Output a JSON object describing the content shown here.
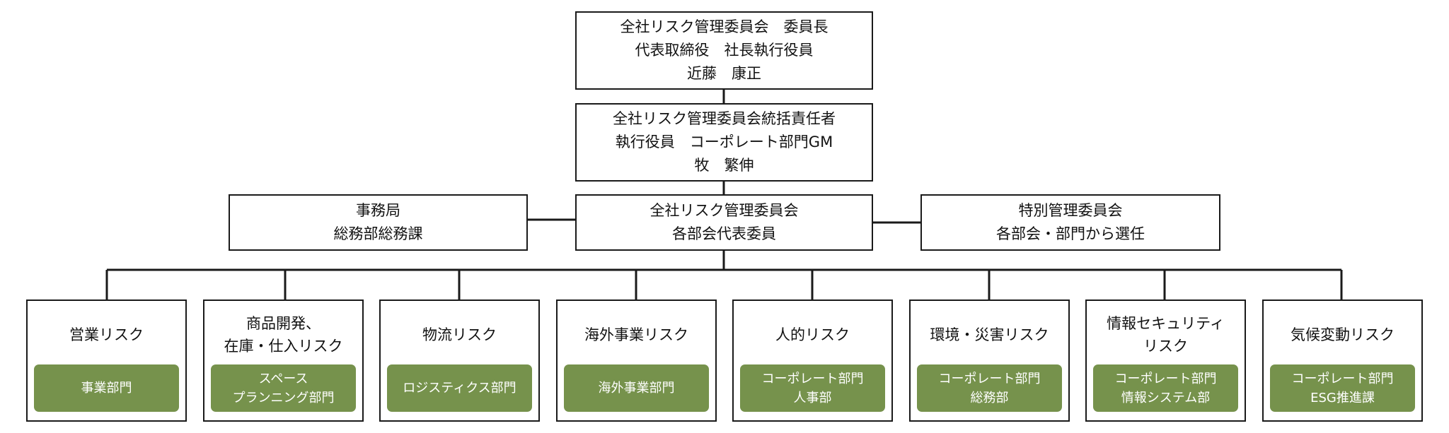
{
  "top": [
    "全社リスク管理委員会　委員長",
    "代表取締役　社長執行役員",
    "近藤　康正"
  ],
  "manager": [
    "全社リスク管理委員会統括責任者",
    "執行役員　コーポレート部門GM",
    "牧　繁伸"
  ],
  "committee": [
    "全社リスク管理委員会",
    "各部会代表委員"
  ],
  "secretariat": [
    "事務局",
    "総務部総務課"
  ],
  "special": [
    "特別管理委員会",
    "各部会・部門から選任"
  ],
  "risks": [
    {
      "title": [
        "営業リスク"
      ],
      "dept": [
        "事業部門"
      ]
    },
    {
      "title": [
        "商品開発、",
        "在庫・仕入リスク"
      ],
      "dept": [
        "スペース",
        "プランニング部門"
      ]
    },
    {
      "title": [
        "物流リスク"
      ],
      "dept": [
        "ロジスティクス部門"
      ]
    },
    {
      "title": [
        "海外事業リスク"
      ],
      "dept": [
        "海外事業部門"
      ]
    },
    {
      "title": [
        "人的リスク"
      ],
      "dept": [
        "コーポレート部門",
        "人事部"
      ]
    },
    {
      "title": [
        "環境・災害リスク"
      ],
      "dept": [
        "コーポレート部門",
        "総務部"
      ]
    },
    {
      "title": [
        "情報セキュリティ",
        "リスク"
      ],
      "dept": [
        "コーポレート部門",
        "情報システム部"
      ]
    },
    {
      "title": [
        "気候変動リスク"
      ],
      "dept": [
        "コーポレート部門",
        "ESG推進課"
      ]
    }
  ],
  "colors": {
    "department_fill": "#76924c",
    "department_text": "#ffffff",
    "border": "#1a1a1a"
  }
}
